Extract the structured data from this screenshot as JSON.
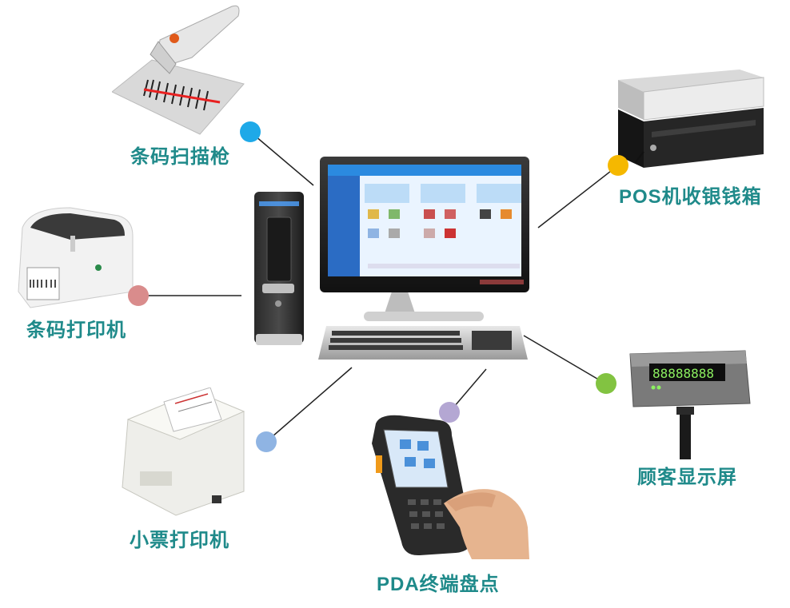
{
  "labels": {
    "barcode_scanner": "条码扫描枪",
    "barcode_printer": "条码打印机",
    "receipt_printer": "小票打印机",
    "pda": "PDA终端盘点",
    "cash_drawer": "POS机收银钱箱",
    "customer_display": "顾客显示屏"
  },
  "display_reading": "88888888",
  "colors": {
    "label": "#1f8a8a",
    "dot_scanner": "#1ea9e8",
    "dot_barcode_printer": "#d98c8c",
    "dot_receipt_printer": "#8fb4e3",
    "dot_pda": "#b4a7d3",
    "dot_cash_drawer": "#f5b800",
    "dot_customer_display": "#82c341"
  }
}
